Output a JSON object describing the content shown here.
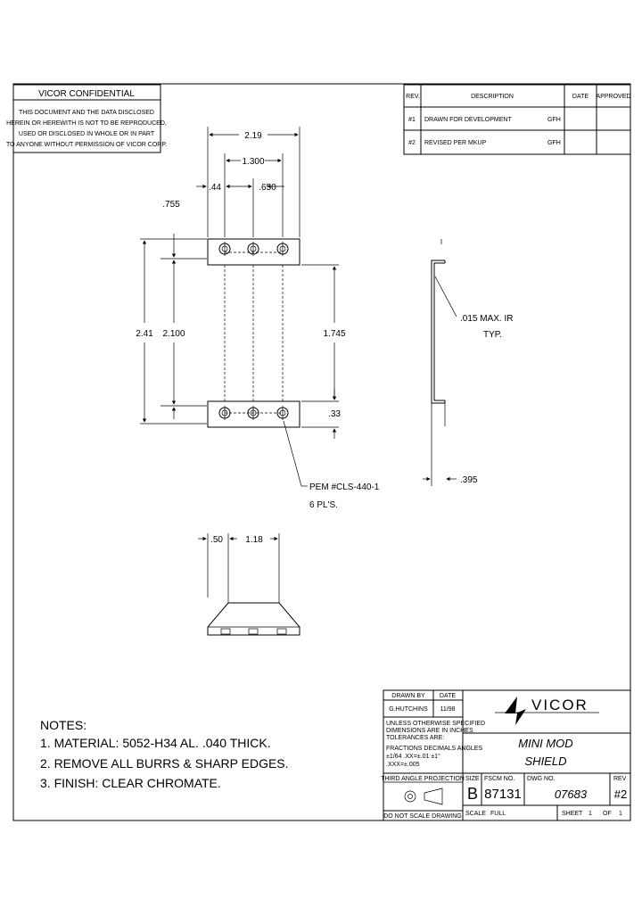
{
  "confidential": {
    "title": "VICOR   CONFIDENTIAL",
    "lines": [
      "THIS DOCUMENT AND THE DATA DISCLOSED",
      "HEREIN OR HEREWITH IS NOT TO BE REPRODUCED,",
      "USED OR DISCLOSED IN WHOLE OR IN PART",
      "TO ANYONE WITHOUT PERMISSION OF VICOR CORP."
    ]
  },
  "revisions": {
    "headers": {
      "rev": "REV.",
      "description": "DESCRIPTION",
      "date": "DATE",
      "approved": "APPROVED"
    },
    "rows": [
      {
        "rev": "#1",
        "description": "DRAWN FOR DEVELOPMENT",
        "by": "GFH"
      },
      {
        "rev": "#2",
        "description": "REVISED PER MKUP",
        "by": "GFH"
      }
    ]
  },
  "dimensions": {
    "overall_width": "2.19",
    "hole_span": "1.300",
    "left_offset": ".44",
    "hole_pitch": ".650",
    "flange_depth": ".755",
    "overall_height": "2.41",
    "inner_height": "2.100",
    "side_height": "1.745",
    "bottom_flange": ".33",
    "flange_length": ".395",
    "bend_radius_1": ".015 MAX. IR",
    "bend_radius_2": "TYP.",
    "pem_1": "PEM #CLS-440-1",
    "pem_2": "6 PL'S.",
    "bottom_left": ".50",
    "bottom_span": "1.18"
  },
  "notes": {
    "title": "NOTES:",
    "items": [
      "1. MATERIAL: 5052-H34 AL. .040 THICK.",
      "2. REMOVE ALL BURRS & SHARP EDGES.",
      "3. FINISH: CLEAR CHROMATE."
    ]
  },
  "titleblock": {
    "drawn_by_label": "DRAWN BY",
    "date_label": "DATE",
    "drawn_by": "G.HUTCHINS",
    "date": "11/98",
    "tolerance_lines": [
      "UNLESS OTHERWISE SPECIFIED",
      "DIMENSIONS ARE IN INCHES",
      "TOLERANCES ARE:",
      "FRACTIONS  DECIMALS  ANGLES",
      "±1/64     .XX=±.01    ±1°",
      "          .XXX=±.005"
    ],
    "projection": "THIRD ANGLE PROJECTION",
    "do_not_scale": "DO NOT SCALE DRAWING",
    "company": "VICOR",
    "title_1": "MINI MOD",
    "title_2": "SHIELD",
    "size_label": "SIZE",
    "size": "B",
    "fscm_label": "FSCM NO.",
    "fscm": "87131",
    "dwg_label": "DWG NO.",
    "dwg": "07683",
    "rev_label": "REV",
    "rev": "#2",
    "scale_label": "SCALE",
    "scale": "FULL",
    "sheet_label": "SHEET",
    "sheet": "1",
    "of_label": "OF",
    "of": "1"
  }
}
